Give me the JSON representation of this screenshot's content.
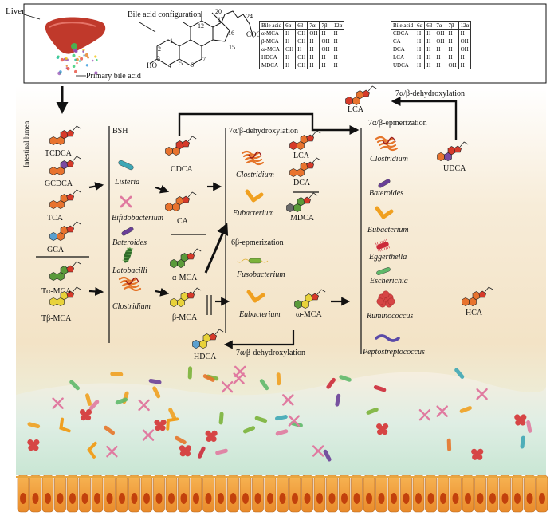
{
  "header": {
    "liver_label": "Liver",
    "config_label": "Bile acid configuration",
    "primary_label": "Primary bile acid",
    "intestinal_label": "Intestinal lumen",
    "ho_label": "HO",
    "cooh_label": "COOH",
    "ring_numbers": [
      "1",
      "2",
      "3",
      "4",
      "5",
      "6",
      "7",
      "12",
      "15",
      "16",
      "17",
      "20",
      "24"
    ]
  },
  "table1": {
    "headers": [
      "Bile acid",
      "6α",
      "6β",
      "7α",
      "7β",
      "12α"
    ],
    "rows": [
      [
        "α-MCA",
        "H",
        "OH",
        "OH",
        "H",
        "H"
      ],
      [
        "β-MCA",
        "H",
        "OH",
        "H",
        "OH",
        "H"
      ],
      [
        "ω-MCA",
        "OH",
        "H",
        "H",
        "OH",
        "H"
      ],
      [
        "HDCA",
        "H",
        "OH",
        "H",
        "H",
        "H"
      ],
      [
        "MDCA",
        "H",
        "OH",
        "H",
        "H",
        "H"
      ]
    ]
  },
  "table2": {
    "headers": [
      "Bile acid",
      "6α",
      "6β",
      "7α",
      "7β",
      "12α"
    ],
    "rows": [
      [
        "CDCA",
        "H",
        "H",
        "OH",
        "H",
        "H"
      ],
      [
        "CA",
        "H",
        "H",
        "OH",
        "H",
        "OH"
      ],
      [
        "DCA",
        "H",
        "H",
        "H",
        "H",
        "OH"
      ],
      [
        "LCA",
        "H",
        "H",
        "H",
        "H",
        "H"
      ],
      [
        "UDCA",
        "H",
        "H",
        "H",
        "OH",
        "H"
      ]
    ]
  },
  "left_column": {
    "acids": [
      "TCDCA",
      "GCDCA",
      "TCA",
      "GCA",
      "Tα-MCA",
      "Tβ-MCA"
    ]
  },
  "bsh_column": {
    "title": "BSH",
    "bacteria": [
      "Listeria",
      "Bifidobacterium",
      "Bateroides",
      "Latobacilli",
      "Clostridium"
    ]
  },
  "products": [
    "CDCA",
    "CA",
    "α-MCA",
    "β-MCA"
  ],
  "dehydrox_box": {
    "title": "7α/β-dehydroxylation",
    "bacteria": [
      "Clostridium",
      "Eubacterium"
    ],
    "products": [
      "LCA",
      "DCA",
      "MDCA"
    ]
  },
  "epimer6_box": {
    "title": "6β-epmerization",
    "bacteria": [
      "Fusobacterium",
      "Eubacterium"
    ],
    "product": "ω-MCA"
  },
  "hdca": {
    "label": "HDCA",
    "process": "7α/β-dehydroxylation"
  },
  "right_column": {
    "top_process": "7α/β-dehydroxylation",
    "lca": "LCA",
    "title": "7α/β-epmerization",
    "bacteria": [
      "Clostridium",
      "Bateroides",
      "Eubacterium",
      "Eggerthella",
      "Escherichia",
      "Ruminococcus",
      "Peptostreptococcus"
    ],
    "udca": "UDCA",
    "hca": "HCA"
  },
  "colors": {
    "ring_orange": "#e8732e",
    "ring_red": "#d63a2a",
    "ring_green": "#5a9a3a",
    "ring_yellow": "#e8d23a",
    "ring_blue": "#5aa0d0",
    "ring_purple": "#7a4aa0",
    "ring_grey": "#6a6a6a",
    "lumen_bg": "#f5e9d4",
    "cell_orange": "#f2a443"
  }
}
